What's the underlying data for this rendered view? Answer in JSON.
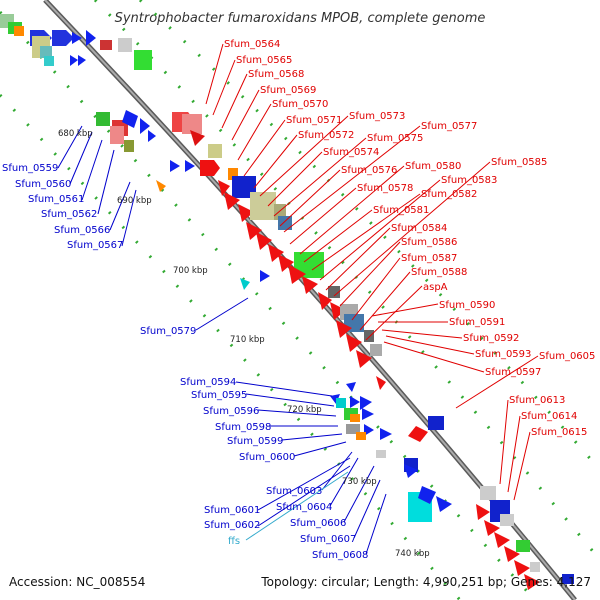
{
  "title": "Syntrophobacter fumaroxidans MPOB, complete genome",
  "footer": {
    "accession": "Accession: NC_008554",
    "topology": "Topology: circular; Length: 4,990,251 bp; Genes: 4,127"
  },
  "colors": {
    "red_label": "#e00000",
    "blue_label": "#0000cc",
    "cyan_label": "#33aacc",
    "backbone": "#888888"
  },
  "kbp_ticks": [
    "680 kbp",
    "690 kbp",
    "700 kbp",
    "710 kbp",
    "720 kbp",
    "730 kbp",
    "740 kbp"
  ],
  "red_labels": [
    "Sfum_0564",
    "Sfum_0565",
    "Sfum_0568",
    "Sfum_0569",
    "Sfum_0570",
    "Sfum_0571",
    "Sfum_0572",
    "Sfum_0573",
    "Sfum_0574",
    "Sfum_0575",
    "Sfum_0576",
    "Sfum_0577",
    "Sfum_0578",
    "Sfum_0580",
    "Sfum_0581",
    "Sfum_0582",
    "Sfum_0583",
    "Sfum_0584",
    "Sfum_0585",
    "Sfum_0586",
    "Sfum_0587",
    "Sfum_0588",
    "aspA",
    "Sfum_0590",
    "Sfum_0591",
    "Sfum_0592",
    "Sfum_0593",
    "Sfum_0597",
    "Sfum_0605",
    "Sfum_0613",
    "Sfum_0614",
    "Sfum_0615"
  ],
  "blue_labels": [
    "Sfum_0559",
    "Sfum_0560",
    "Sfum_0561",
    "Sfum_0562",
    "Sfum_0566",
    "Sfum_0567",
    "Sfum_0579",
    "Sfum_0594",
    "Sfum_0595",
    "Sfum_0596",
    "Sfum_0598",
    "Sfum_0599",
    "Sfum_0600",
    "Sfum_0603",
    "Sfum_0601",
    "Sfum_0604",
    "Sfum_0602",
    "Sfum_0606",
    "Sfum_0607",
    "Sfum_0608"
  ],
  "cyan_labels": [
    "ffs"
  ]
}
